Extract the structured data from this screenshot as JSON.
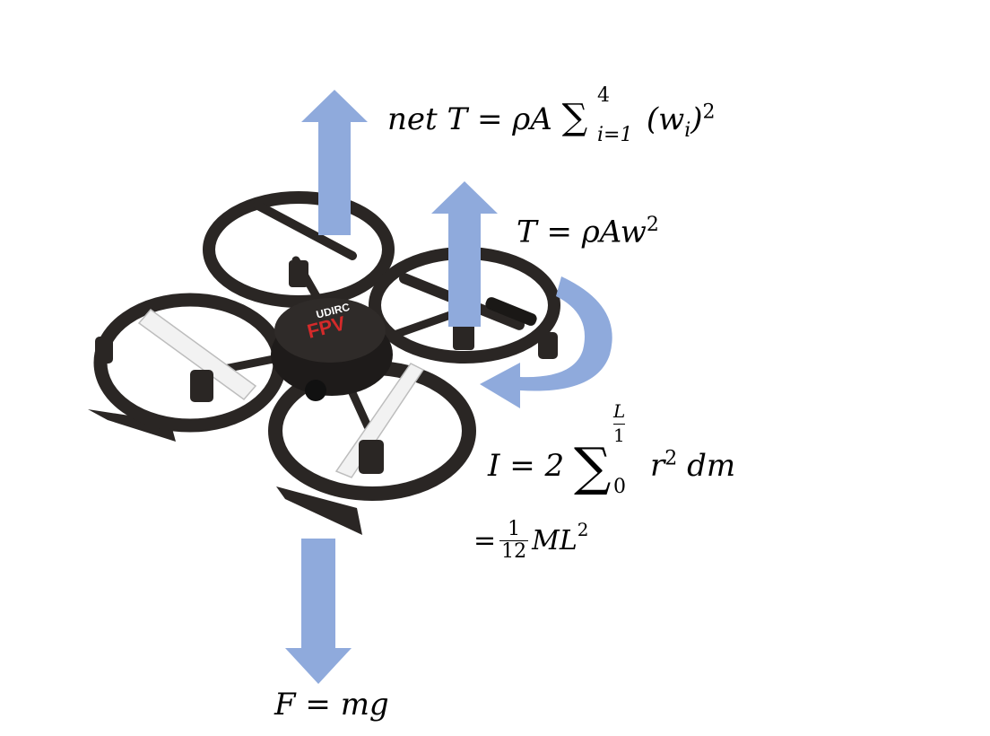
{
  "equations": {
    "net_thrust": {
      "lead": "net T = ρA",
      "sum": "∑",
      "upper": "4",
      "lower": "i=1",
      "tail": "(w",
      "tail_sub": "i",
      "tail_close": ")",
      "tail_exp": "2"
    },
    "thrust": {
      "text": "T = ρAw",
      "exp": "2"
    },
    "inertia": {
      "lead": "I = 2",
      "sum": "∑",
      "upper_num": "L",
      "upper_den": "1",
      "lower": "0",
      "tail": "r",
      "tail_exp": "2",
      "tail_rest": " dm"
    },
    "inertia_result": {
      "eq": "=",
      "num": "1",
      "den": "12",
      "tail": "ML",
      "exp": "2"
    },
    "weight": {
      "text": "F = mg"
    }
  },
  "drone_logo": {
    "brand": "UDIRC",
    "model": "FPV"
  },
  "colors": {
    "arrow": "#8faadc",
    "frame": "#2a2624",
    "blade": "#f2f2f2",
    "logo_red": "#d42a2a"
  }
}
